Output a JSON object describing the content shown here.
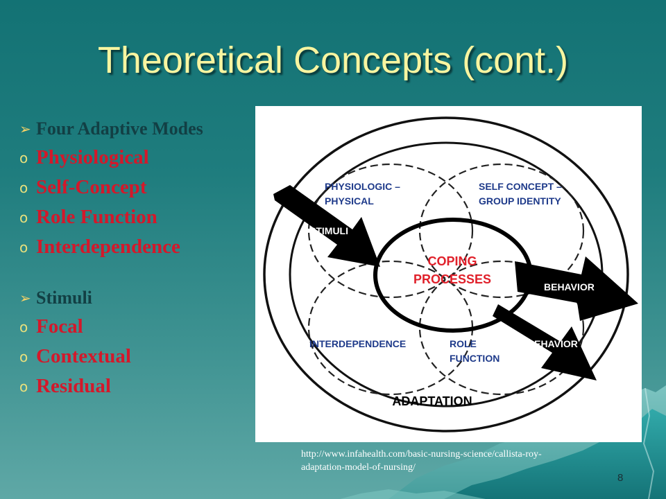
{
  "slide": {
    "title": "Theoretical Concepts (cont.)",
    "page_number": "8",
    "source_url_line1": "http://www.infahealth.com/basic-nursing-science/callista-roy-",
    "source_url_line2": "adaptation-model-of-nursing/"
  },
  "bullets": {
    "group1": {
      "heading": "Four Adaptive Modes",
      "items": [
        "Physiological",
        "Self-Concept",
        "Role Function",
        "Interdependence"
      ]
    },
    "group2": {
      "heading": "Stimuli",
      "items": [
        "Focal",
        "Contextual",
        "Residual"
      ]
    }
  },
  "diagram": {
    "label_physiologic_1": "PHYSIOLOGIC –",
    "label_physiologic_2": "PHYSICAL",
    "label_selfconcept_1": "SELF CONCEPT –",
    "label_selfconcept_2": "GROUP IDENTITY",
    "label_stimuli": "STIMULI",
    "label_coping_1": "COPING",
    "label_coping_2": "PROCESSES",
    "label_behavior_upper": "BEHAVIOR",
    "label_behavior_lower": "BEHAVIOR",
    "label_interdependence": "INTERDEPENDENCE",
    "label_role_1": "ROLE",
    "label_role_2": "FUNCTION",
    "label_adaptation": "ADAPTATION"
  },
  "colors": {
    "title": "#f8f5a0",
    "heading_text": "#123f44",
    "item_text": "#d4182a",
    "diagram_label_blue": "#1e3a8a",
    "diagram_label_red": "#e0202a"
  },
  "icons": {
    "heading_marker": "arrowhead-bullet-icon",
    "item_marker": "circle-bullet-icon"
  }
}
